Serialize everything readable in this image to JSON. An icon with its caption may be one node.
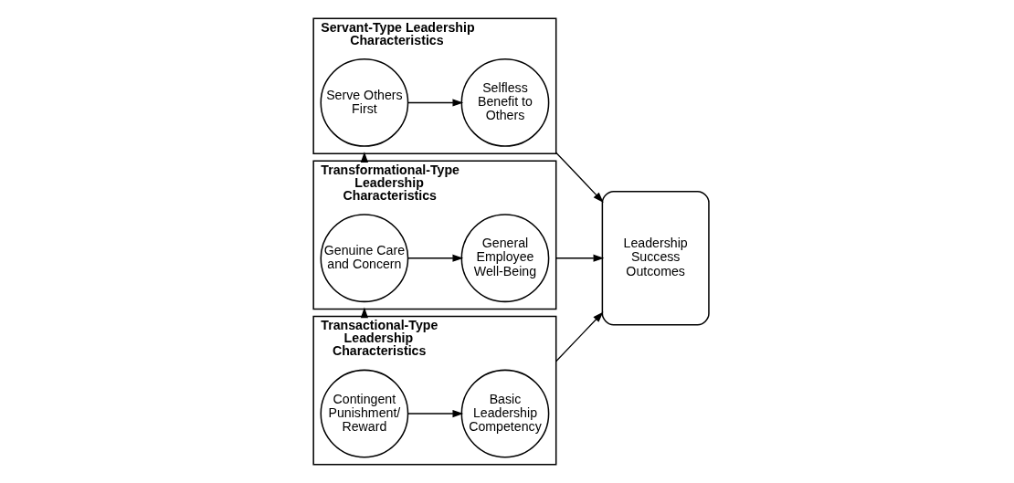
{
  "diagram": {
    "nodes": [
      {
        "text": [
          "Servant-Type Leadership Characteristics"
        ]
      },
      {
        "text": [
          "Serve Others First"
        ],
        "in": 0
      },
      {
        "text": [
          "Selfless Benefit to Others"
        ],
        "in": 0
      },
      {
        "text": [
          "Transformational-Type Leadership Characteristics"
        ]
      },
      {
        "text": [
          "Genuine Care and Concern"
        ],
        "in": 3
      },
      {
        "text": [
          "General Employee Well-Being"
        ],
        "in": 3
      },
      {
        "text": [
          "Transactional-Type Leadership Characteristics"
        ]
      },
      {
        "text": [
          "Contingent Punishment/ Reward"
        ],
        "in": 6
      },
      {
        "text": [
          "Basic Leadership Competency"
        ],
        "in": 6
      },
      {
        "text": [
          "Leadership Success Outcomes"
        ]
      }
    ],
    "edges": [
      {
        "from": 1,
        "to": 2,
        "arrow": "to"
      },
      {
        "from": 4,
        "to": 5,
        "arrow": "to"
      },
      {
        "from": 7,
        "to": 8,
        "arrow": "to"
      },
      {
        "from": 0,
        "to": 9,
        "arrow": "to"
      },
      {
        "from": 3,
        "to": 9,
        "arrow": "to"
      },
      {
        "from": 6,
        "to": 9,
        "arrow": "to"
      },
      {
        "from": 6,
        "to": 3,
        "arrow": "to"
      },
      {
        "from": 3,
        "to": 0,
        "arrow": "to"
      }
    ]
  }
}
